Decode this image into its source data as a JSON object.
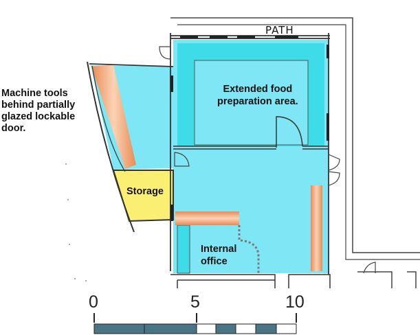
{
  "labels": {
    "path": "PATH",
    "food_area_line1": "Extended food",
    "food_area_line2": "preparation area.",
    "storage": "Storage",
    "office_line1": "Internal",
    "office_line2": "office",
    "machine_line1": "Machine tools",
    "machine_line2": "behind partially",
    "machine_line3": "glazed lockable",
    "machine_line4": "door."
  },
  "scale_bar": {
    "ticks": [
      "0",
      "5",
      "10"
    ],
    "segment_colors": [
      "#4a7585",
      "#4a7585",
      "#ffffff",
      "#4a7585",
      "#ffffff",
      "#4a7585",
      "#ffffff"
    ]
  },
  "colors": {
    "room_fill": "#7fe6f5",
    "food_area_fill": "#3edbe8",
    "storage_fill": "#fbef73",
    "equipment_fill": "#ee9a66",
    "wall": "#333333",
    "office_partition": "#777777"
  }
}
